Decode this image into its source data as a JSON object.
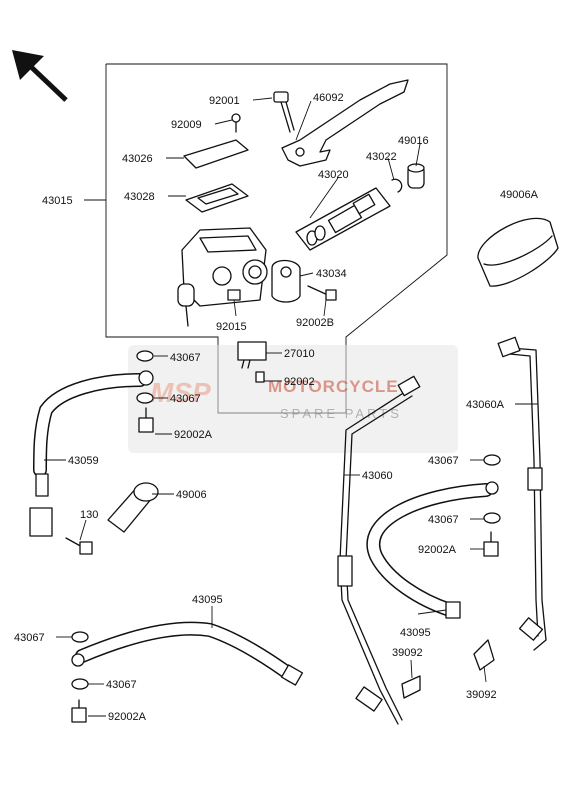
{
  "labels": {
    "l_92001": "92001",
    "l_46092": "46092",
    "l_92009": "92009",
    "l_49016": "49016",
    "l_43026": "43026",
    "l_43022": "43022",
    "l_43020": "43020",
    "l_43015": "43015",
    "l_43028": "43028",
    "l_49006A": "49006A",
    "l_43034": "43034",
    "l_92015": "92015",
    "l_92002B": "92002B",
    "l_43067_a": "43067",
    "l_27010": "27010",
    "l_92002": "92002",
    "l_43067_b": "43067",
    "l_92002A_a": "92002A",
    "l_43060A": "43060A",
    "l_43059": "43059",
    "l_43067_c": "43067",
    "l_43060": "43060",
    "l_49006": "49006",
    "l_130": "130",
    "l_43067_d": "43067",
    "l_92002A_b": "92002A",
    "l_43095_a": "43095",
    "l_43067_e": "43067",
    "l_43095_b": "43095",
    "l_39092_a": "39092",
    "l_43067_f": "43067",
    "l_39092_b": "39092",
    "l_92002A_c": "92002A"
  },
  "watermark": {
    "logo": "MSP",
    "line1": "MOTORCYCLE",
    "line2": "SPARE PARTS"
  },
  "icons": {
    "direction_arrow": "arrow-up-left-icon"
  }
}
